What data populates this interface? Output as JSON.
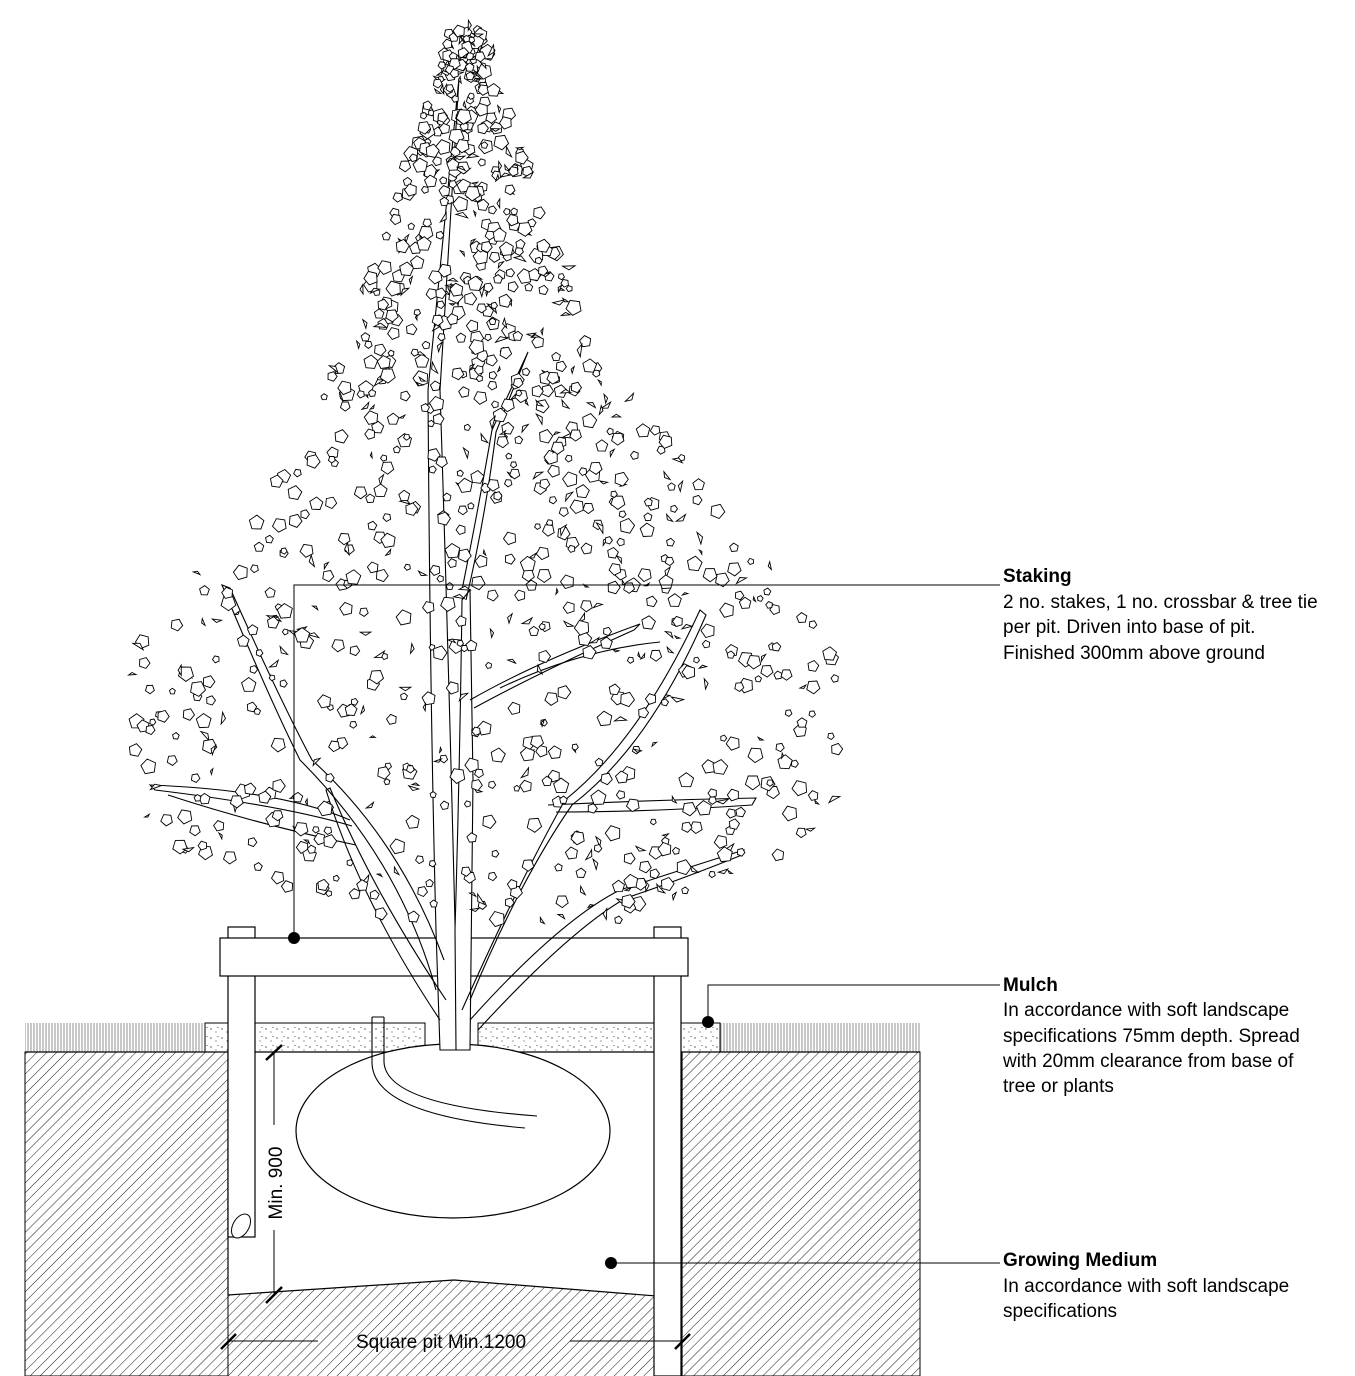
{
  "callouts": {
    "staking": {
      "title": "Staking",
      "lines": [
        "2 no. stakes, 1 no. crossbar & tree tie",
        "per pit. Driven into base of pit.",
        "Finished 300mm above ground"
      ]
    },
    "mulch": {
      "title": "Mulch",
      "lines": [
        "In accordance with soft landscape",
        "specifications 75mm depth. Spread",
        "with 20mm clearance from base of",
        "tree or plants"
      ]
    },
    "growing_medium": {
      "title": "Growing Medium",
      "lines": [
        "In accordance with soft landscape",
        "specifications"
      ]
    }
  },
  "dimensions": {
    "depth": "Min. 900",
    "width": "Square pit Min.1200"
  },
  "colors": {
    "line": "#000000",
    "background": "#ffffff"
  }
}
